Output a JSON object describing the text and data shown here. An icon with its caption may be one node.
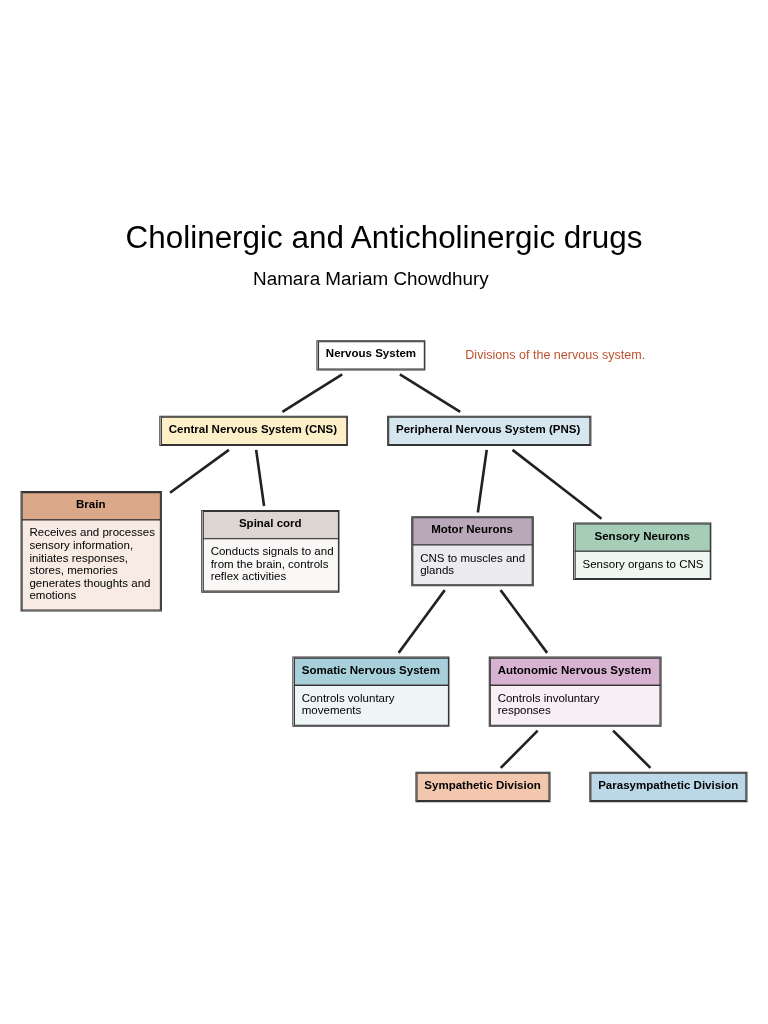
{
  "diagram": {
    "title": "Cholinergic and Anticholinergic drugs",
    "nodes": [
      {
        "text": [
          "Nervous System"
        ]
      },
      {
        "text": [
          "Central Nervous System (CNS)"
        ]
      },
      {
        "text": [
          "Peripheral Nervous System (PNS)"
        ]
      },
      {
        "text": [
          "Brain",
          "Receives and processes sensory information, initiates responses, stores, memories generates thoughts and emotions"
        ]
      },
      {
        "text": [
          "Spinal cord",
          "Conducts signals to and from the brain, controls reflex activities"
        ]
      },
      {
        "text": [
          "Motor Neurons",
          "CNS to muscles and glands"
        ]
      },
      {
        "text": [
          "Sensory Neurons",
          "Sensory organs to CNS"
        ]
      },
      {
        "text": [
          "Somatic Nervous System",
          "Controls voluntary movements"
        ]
      },
      {
        "text": [
          "Autonomic Nervous System",
          "Controls involuntary responses"
        ]
      },
      {
        "text": [
          "Sympathetic Division"
        ]
      },
      {
        "text": [
          "Parasympathetic Division"
        ]
      }
    ],
    "edges": [
      {
        "from": 0,
        "to": 1,
        "arrow": "none"
      },
      {
        "from": 0,
        "to": 2,
        "arrow": "none"
      },
      {
        "from": 1,
        "to": 3,
        "arrow": "none"
      },
      {
        "from": 1,
        "to": 4,
        "arrow": "none"
      },
      {
        "from": 2,
        "to": 5,
        "arrow": "none"
      },
      {
        "from": 2,
        "to": 6,
        "arrow": "none"
      },
      {
        "from": 5,
        "to": 7,
        "arrow": "none"
      },
      {
        "from": 5,
        "to": 8,
        "arrow": "none"
      },
      {
        "from": 8,
        "to": 9,
        "arrow": "none"
      },
      {
        "from": 8,
        "to": 10,
        "arrow": "none"
      }
    ],
    "labels": [
      "Namara Mariam Chowdhury",
      "Divisions of the nervous system."
    ]
  }
}
